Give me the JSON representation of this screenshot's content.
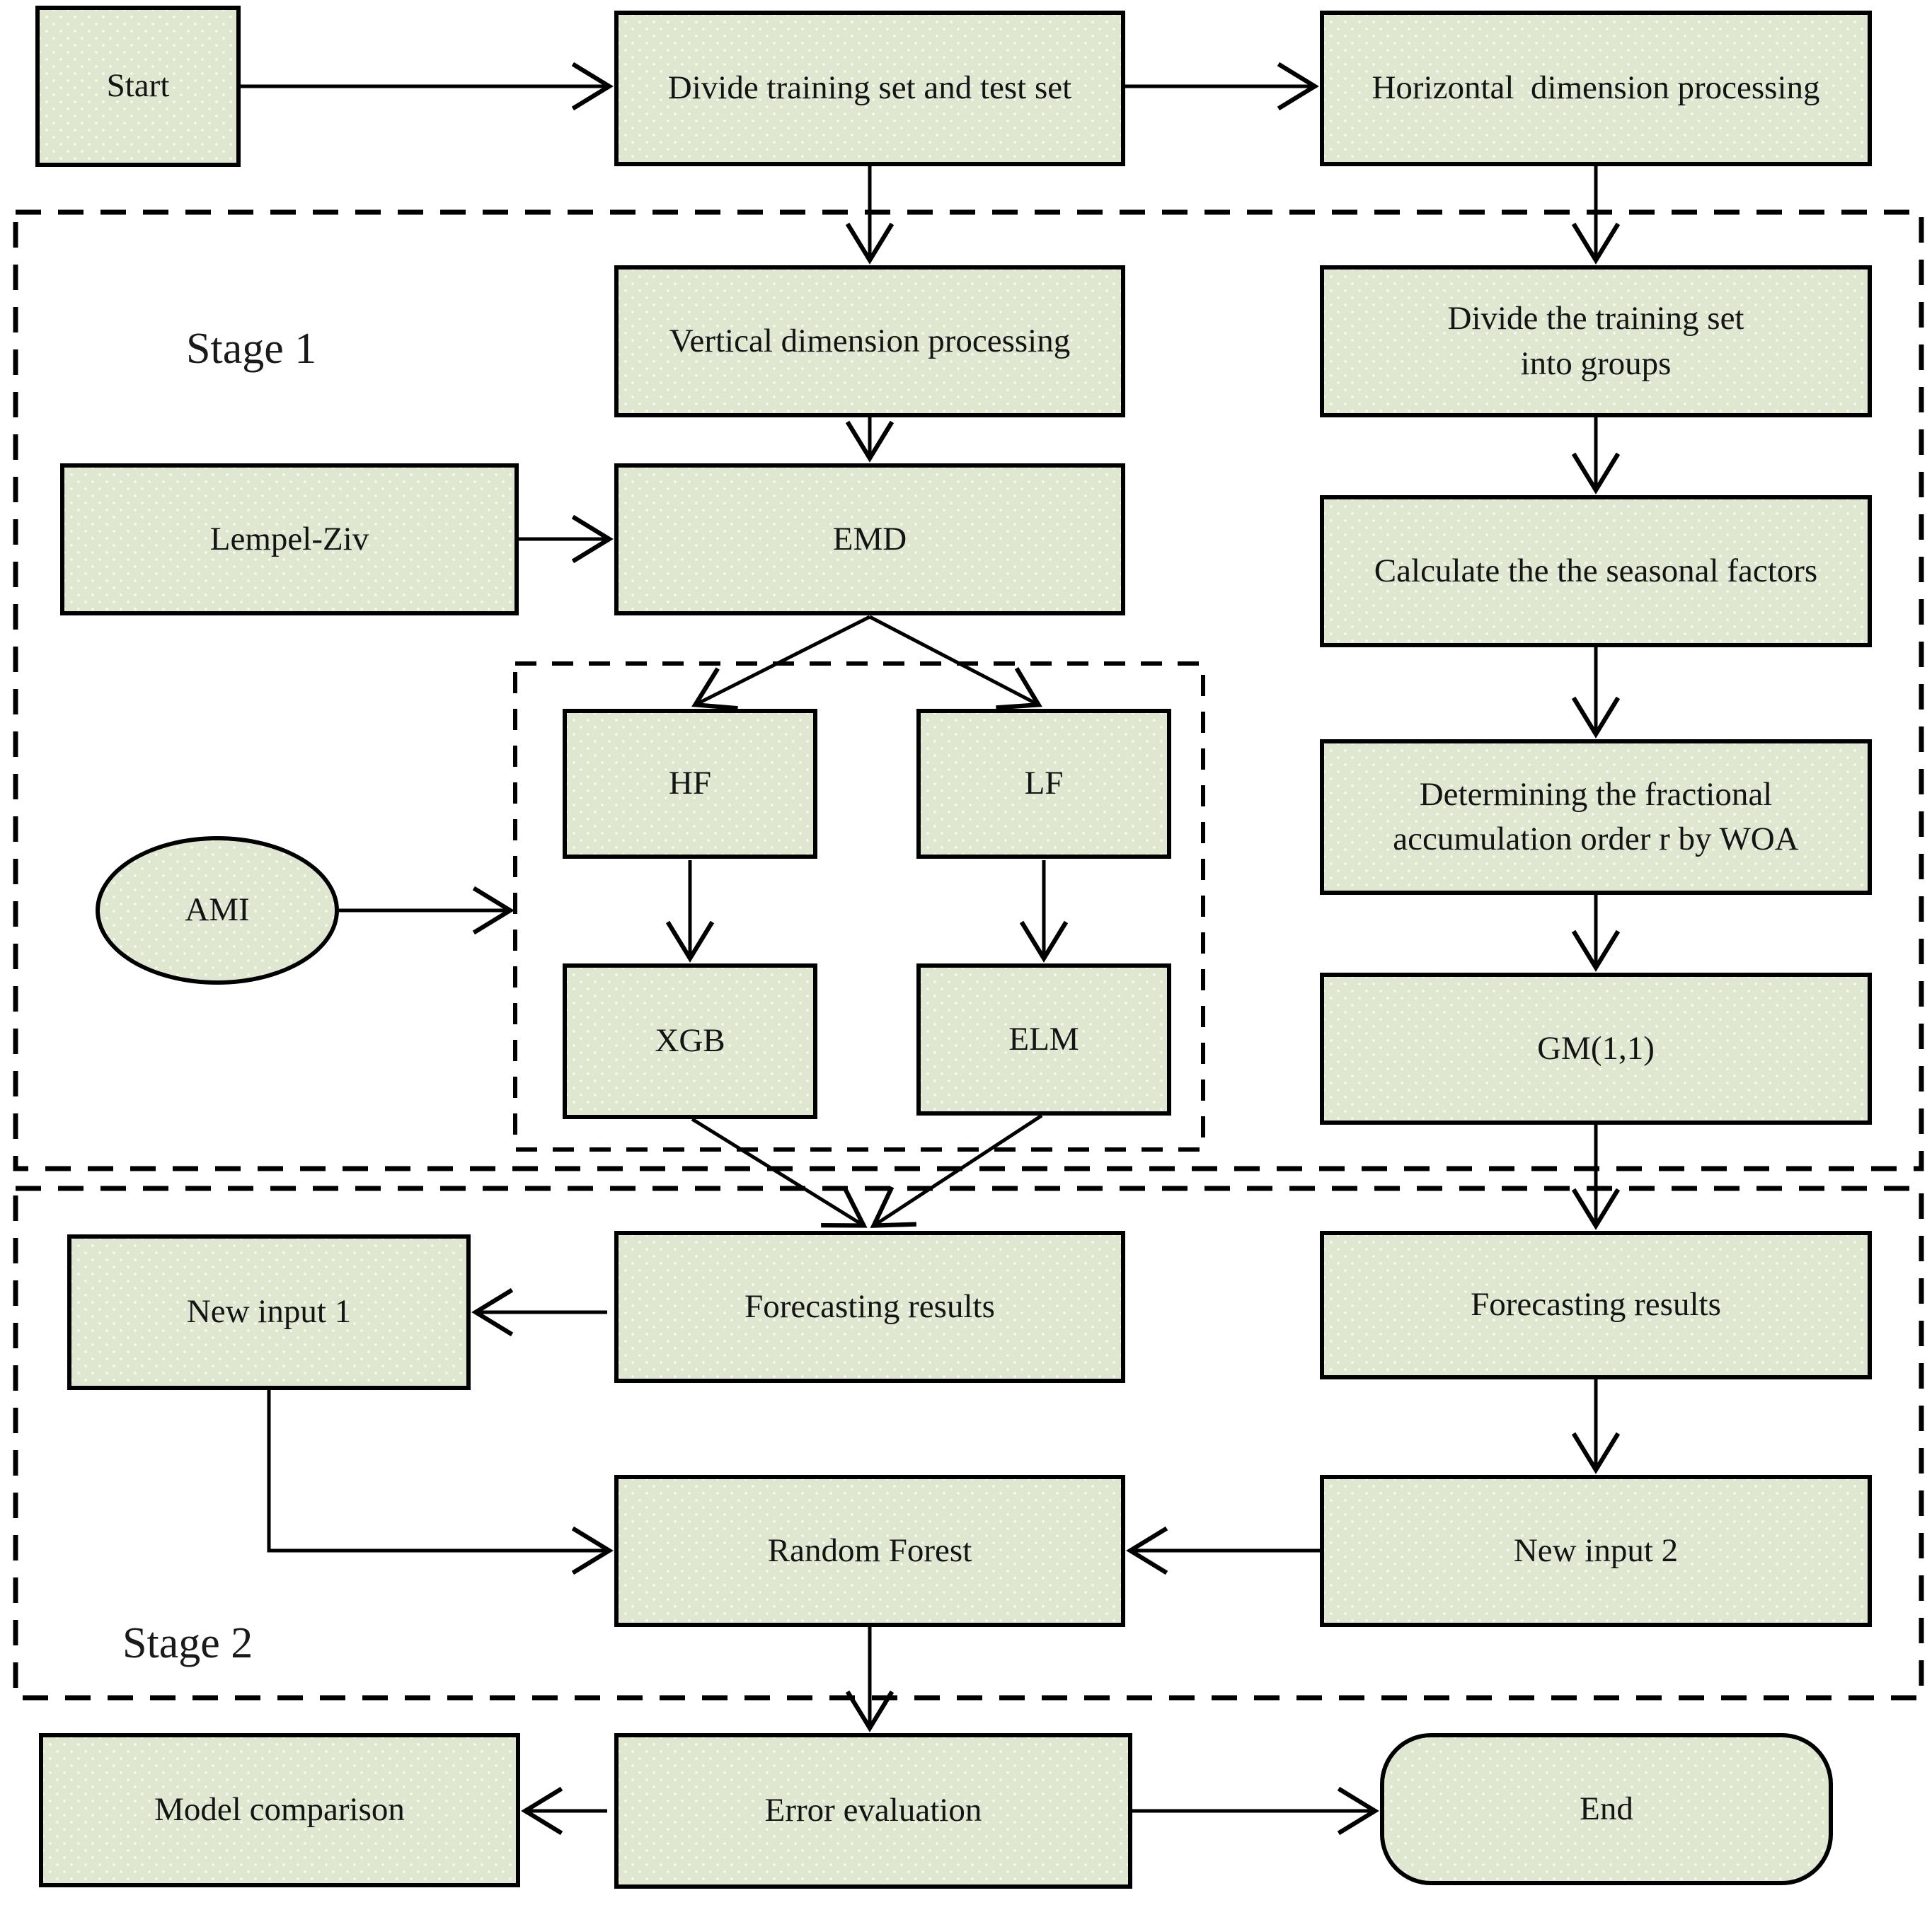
{
  "diagram": {
    "stage1_label": "Stage 1",
    "stage2_label": "Stage 2",
    "nodes": {
      "start": "Start",
      "divide_train_test": "Divide training set and test set",
      "horizontal_dim": "Horizontal  dimension processing",
      "vertical_dim": "Vertical dimension processing",
      "divide_groups": "Divide the training set\ninto groups",
      "lempel_ziv": "Lempel-Ziv",
      "emd": "EMD",
      "calc_seasonal": "Calculate the the seasonal factors",
      "hf": "HF",
      "lf": "LF",
      "ami": "AMI",
      "xgb": "XGB",
      "elm": "ELM",
      "determining": "Determining the fractional\naccumulation order r by WOA",
      "gm11": "GM(1,1)",
      "forecasting_left": "Forecasting results",
      "forecasting_right": "Forecasting results",
      "new_input_1": "New input 1",
      "random_forest": "Random Forest",
      "new_input_2": "New input 2",
      "model_comparison": "Model comparison",
      "error_evaluation": "Error evaluation",
      "end": "End"
    },
    "colors": {
      "node_fill": "#dfe7d1",
      "node_border": "#000000",
      "connector": "#000000",
      "text": "#141414",
      "background": "#ffffff"
    }
  }
}
